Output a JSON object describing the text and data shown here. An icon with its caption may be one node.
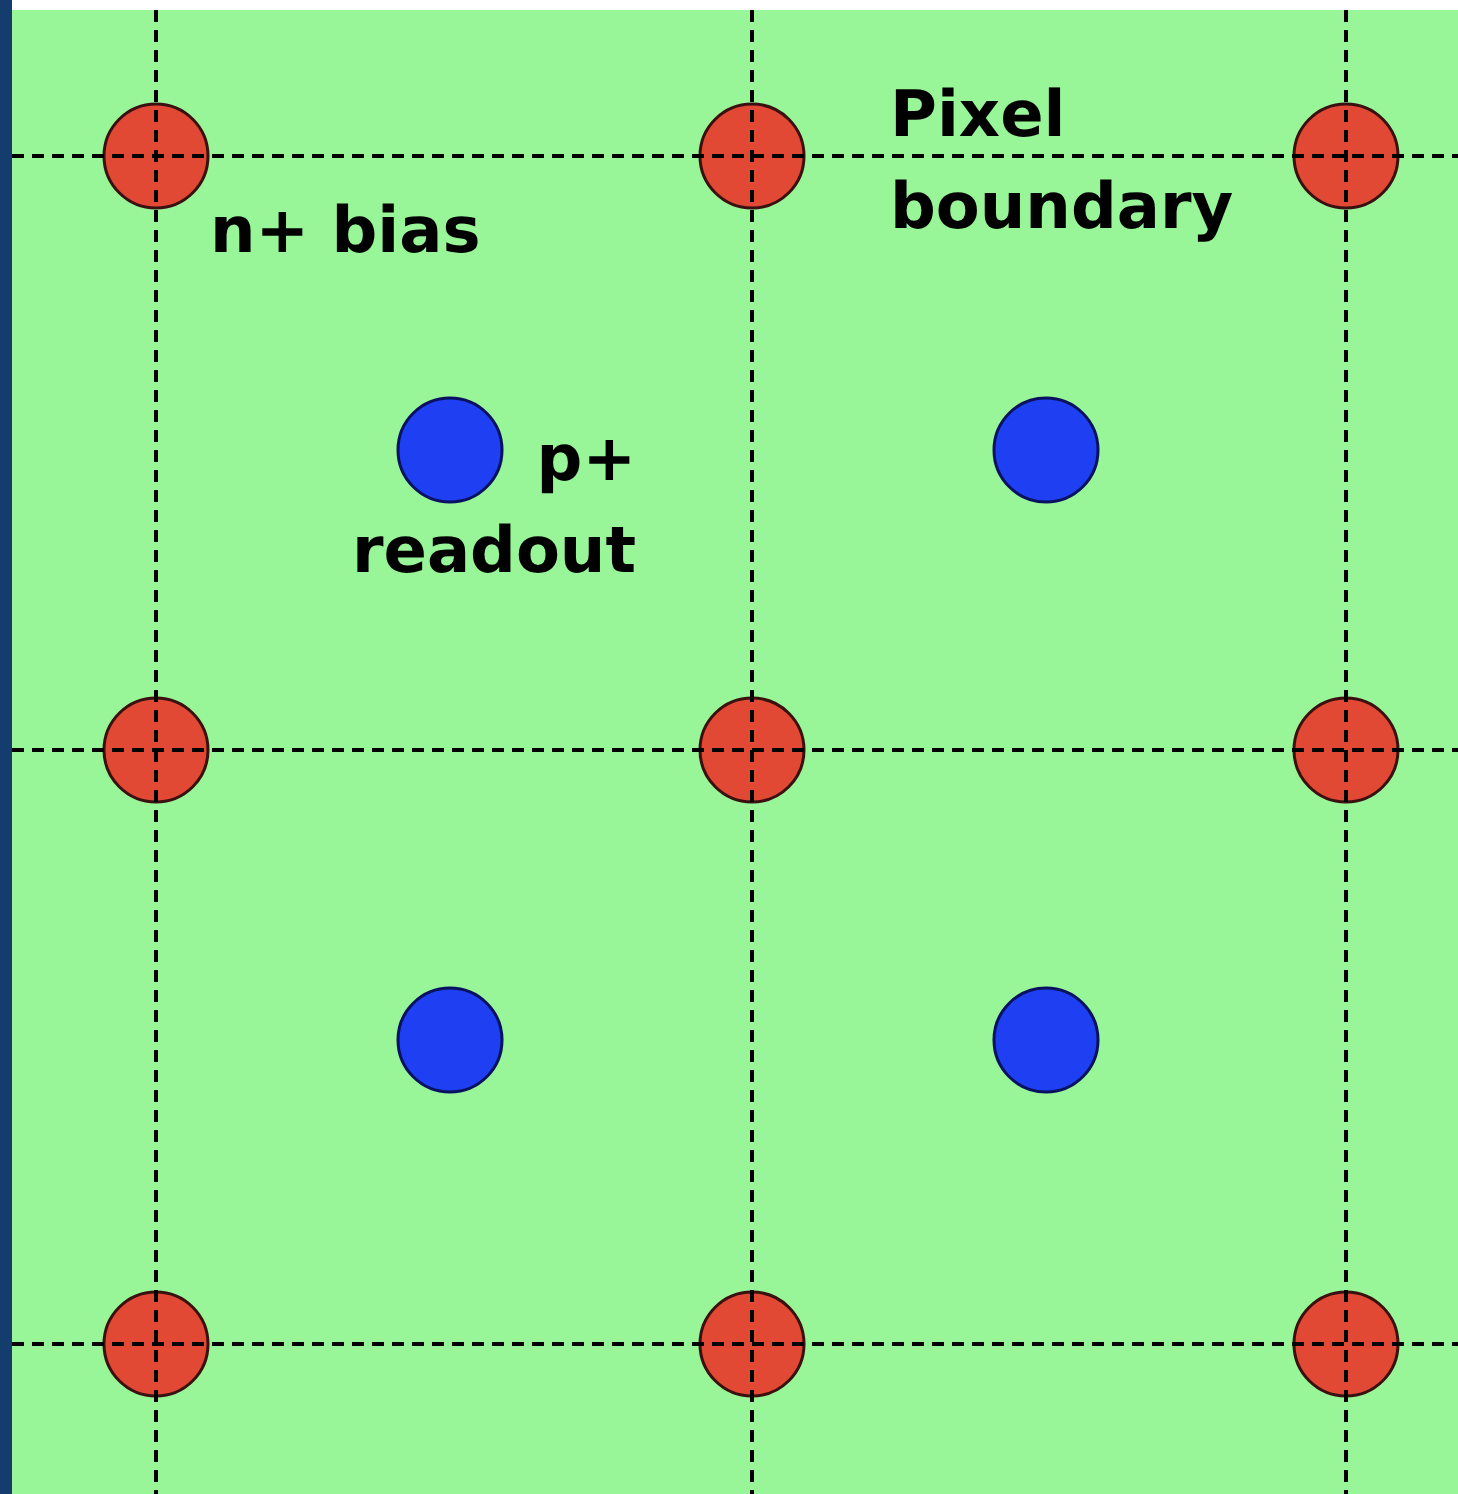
{
  "diagram": {
    "labels": [
      "Pixel boundary",
      "n+ bias",
      "p+ readout"
    ]
  }
}
